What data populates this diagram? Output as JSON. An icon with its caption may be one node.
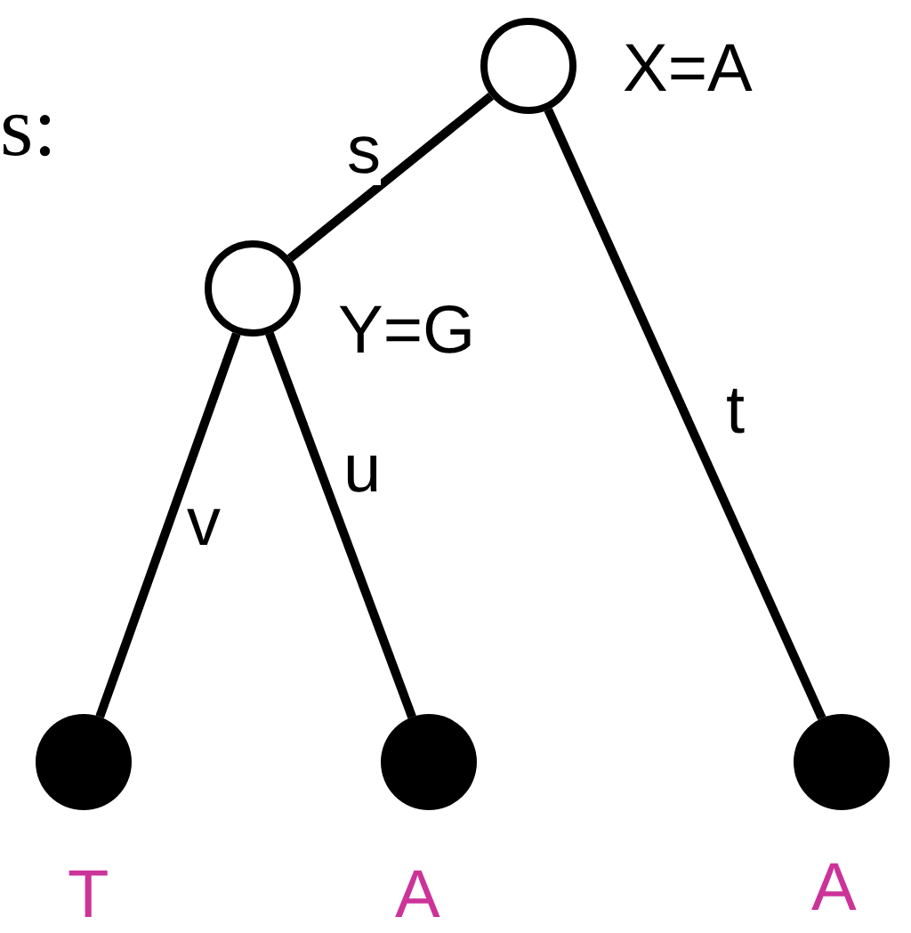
{
  "diagram": {
    "nodes": [
      {
        "text": [],
        "shape": "circle",
        "beside": [
          "X=A"
        ]
      },
      {
        "text": [],
        "shape": "circle",
        "beside": [
          "Y=G"
        ]
      },
      {
        "text": [],
        "shape": "dot",
        "beside": [
          "T"
        ]
      },
      {
        "text": [],
        "shape": "dot",
        "beside": [
          "A"
        ]
      },
      {
        "text": [],
        "shape": "dot",
        "beside": [
          "A"
        ]
      }
    ],
    "edges": [
      {
        "from": 0,
        "to": 1,
        "arrow": "none",
        "label": "s"
      },
      {
        "from": 1,
        "to": 2,
        "arrow": "none",
        "label": "v"
      },
      {
        "from": 1,
        "to": 3,
        "arrow": "none",
        "label": "u"
      },
      {
        "from": 0,
        "to": 4,
        "arrow": "none",
        "label": "t"
      }
    ],
    "labels": [
      "s:"
    ]
  }
}
